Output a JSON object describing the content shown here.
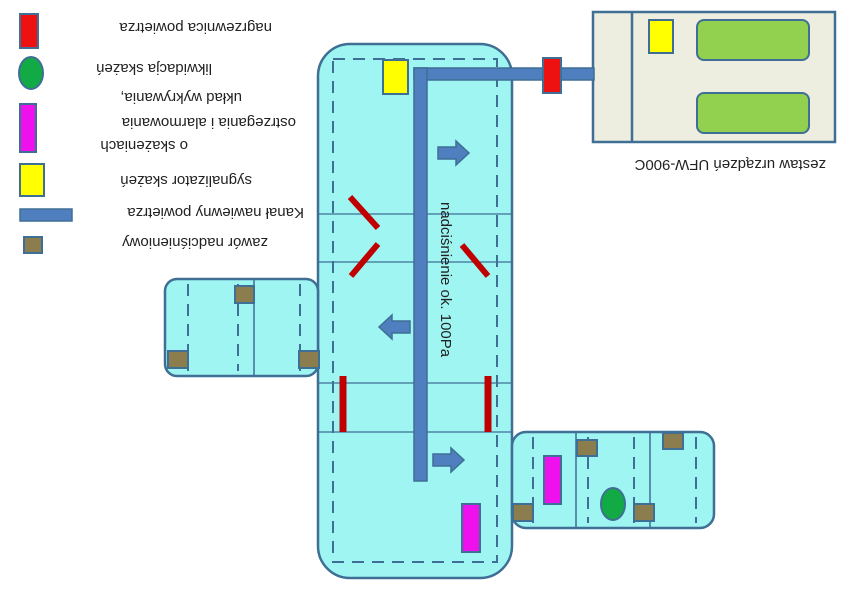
{
  "legend": {
    "heater": "nagrzewnica powietrza",
    "decontamination": "likwidacja skażeń",
    "detection_line1": "układ wykrywania,",
    "detection_line2": "ostrzegania i alarmowania",
    "detection_line3": "o skażeniach",
    "signaler": "sygnalizator skażeń",
    "duct": "Kanał nawiewny powietrza",
    "valve": "zawór nadciśnieniowy"
  },
  "labels": {
    "unit": "zestaw urządzeń UFW-900C",
    "pressure": "nadciśnienie ok. 100Pa"
  },
  "colors": {
    "room_fill": "#9ff5f2",
    "room_stroke": "#3f6f95",
    "duct": "#4f7fbf",
    "heater": "#ee1111",
    "decontamination": "#11aa44",
    "detector": "#ee11ee",
    "signaler": "#ffff00",
    "valve": "#8b7d4e",
    "unit_fill": "#eeeee0",
    "unit_panel": "#92d050",
    "baffle": "#c00000"
  }
}
